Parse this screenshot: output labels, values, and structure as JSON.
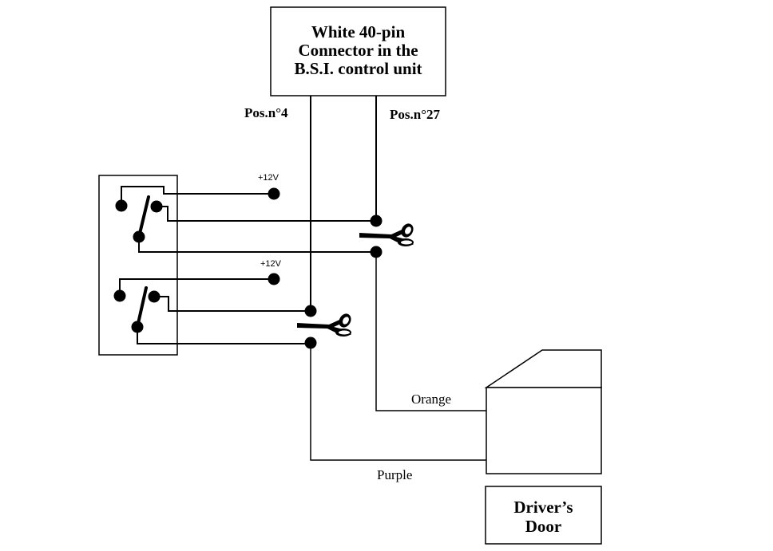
{
  "diagram": {
    "connector_box": {
      "lines": [
        "White 40-pin",
        "Connector in the",
        "B.S.I. control unit"
      ]
    },
    "pin_labels": {
      "left": "Pos.n°4",
      "right": "Pos.n°27"
    },
    "relays": [
      {
        "name": "relay-upper",
        "supply_label": "+12V"
      },
      {
        "name": "relay-lower",
        "supply_label": "+12V"
      }
    ],
    "cut_points": [
      {
        "name": "cut-pos27",
        "icon": "scissors-icon"
      },
      {
        "name": "cut-pos4",
        "icon": "scissors-icon"
      }
    ],
    "wires": {
      "orange_label": "Orange",
      "purple_label": "Purple"
    },
    "door_box": {
      "lines": [
        "Driver’s",
        "Door"
      ]
    },
    "colors": {
      "line": "#000000",
      "background": "#ffffff"
    }
  }
}
